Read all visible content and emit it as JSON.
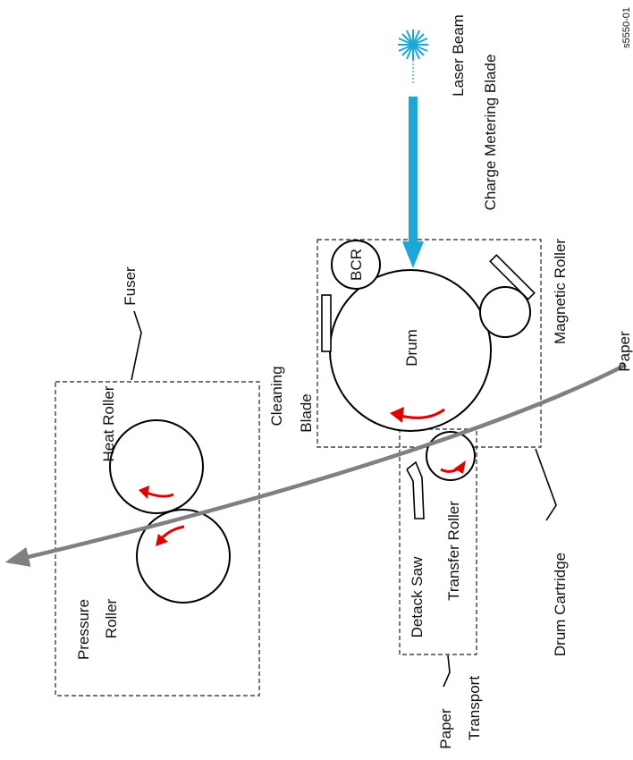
{
  "colors": {
    "paper_path": "#808080",
    "laser": "#1ca7d9",
    "rotation_arrow": "#e00000",
    "outline": "#000000"
  },
  "labels": {
    "laser_beam": "Laser Beam",
    "charge_metering_blade": "Charge Metering Blade",
    "bcr": "BCR",
    "drum": "Drum",
    "magnetic_roller": "Magnetic Roller",
    "paper": "Paper",
    "fuser": "Fuser",
    "heat_roller": "Heat Roller",
    "pressure_roller_1": "Pressure",
    "pressure_roller_2": "Roller",
    "cleaning_blade_1": "Cleaning",
    "cleaning_blade_2": "Blade",
    "detack_saw": "Detack Saw",
    "transfer_roller": "Transfer Roller",
    "drum_cartridge": "Drum Cartridge",
    "paper_transport_1": "Paper",
    "paper_transport_2": "Transport",
    "figure_ref": "s5550-01"
  }
}
